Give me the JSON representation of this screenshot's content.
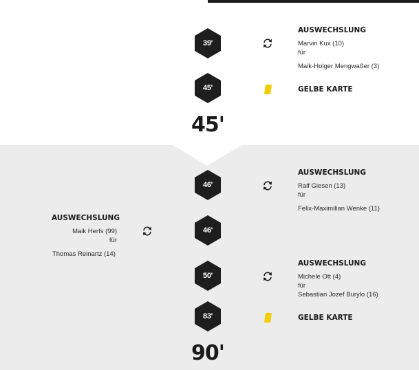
{
  "half_time": {
    "minute_label": "45'"
  },
  "full_time": {
    "minute_label": "90'"
  },
  "events": [
    {
      "minute": "39'",
      "type": "substitution",
      "title": "AUSWECHSLUNG",
      "player_in": "Marvin Kux (10)",
      "connector": "für",
      "player_out": "Maik-Holger Mengwaßer (3)"
    },
    {
      "minute": "45'",
      "type": "yellow-card",
      "title": "GELBE KARTE"
    },
    {
      "minute": "46'",
      "type": "substitution",
      "title": "AUSWECHSLUNG",
      "player_in": "Ralf Giesen (13)",
      "connector": "für",
      "player_out": "Felix-Maximilian Wenke (11)"
    },
    {
      "minute": "46'",
      "type": "substitution",
      "side": "left",
      "title": "AUSWECHSLUNG",
      "player_in": "Maik Herfs (99)",
      "connector": "für",
      "player_out": "Thomas Reinartz (14)"
    },
    {
      "minute": "50'",
      "type": "substitution",
      "title": "AUSWECHSLUNG",
      "player_in": "Michele Ott (4)",
      "connector": "für",
      "player_out": "Sebastian Jozef Burylo (16)"
    },
    {
      "minute": "83'",
      "type": "yellow-card",
      "title": "GELBE KARTE"
    }
  ],
  "icons": {
    "substitution": "substitution-icon",
    "yellow_card": "yellow-card-icon"
  },
  "colors": {
    "hexagon": "#1e1e1e",
    "yellow_card": "#f2cd00",
    "second_half_bg": "#ececec",
    "text": "#1b1b1b"
  }
}
